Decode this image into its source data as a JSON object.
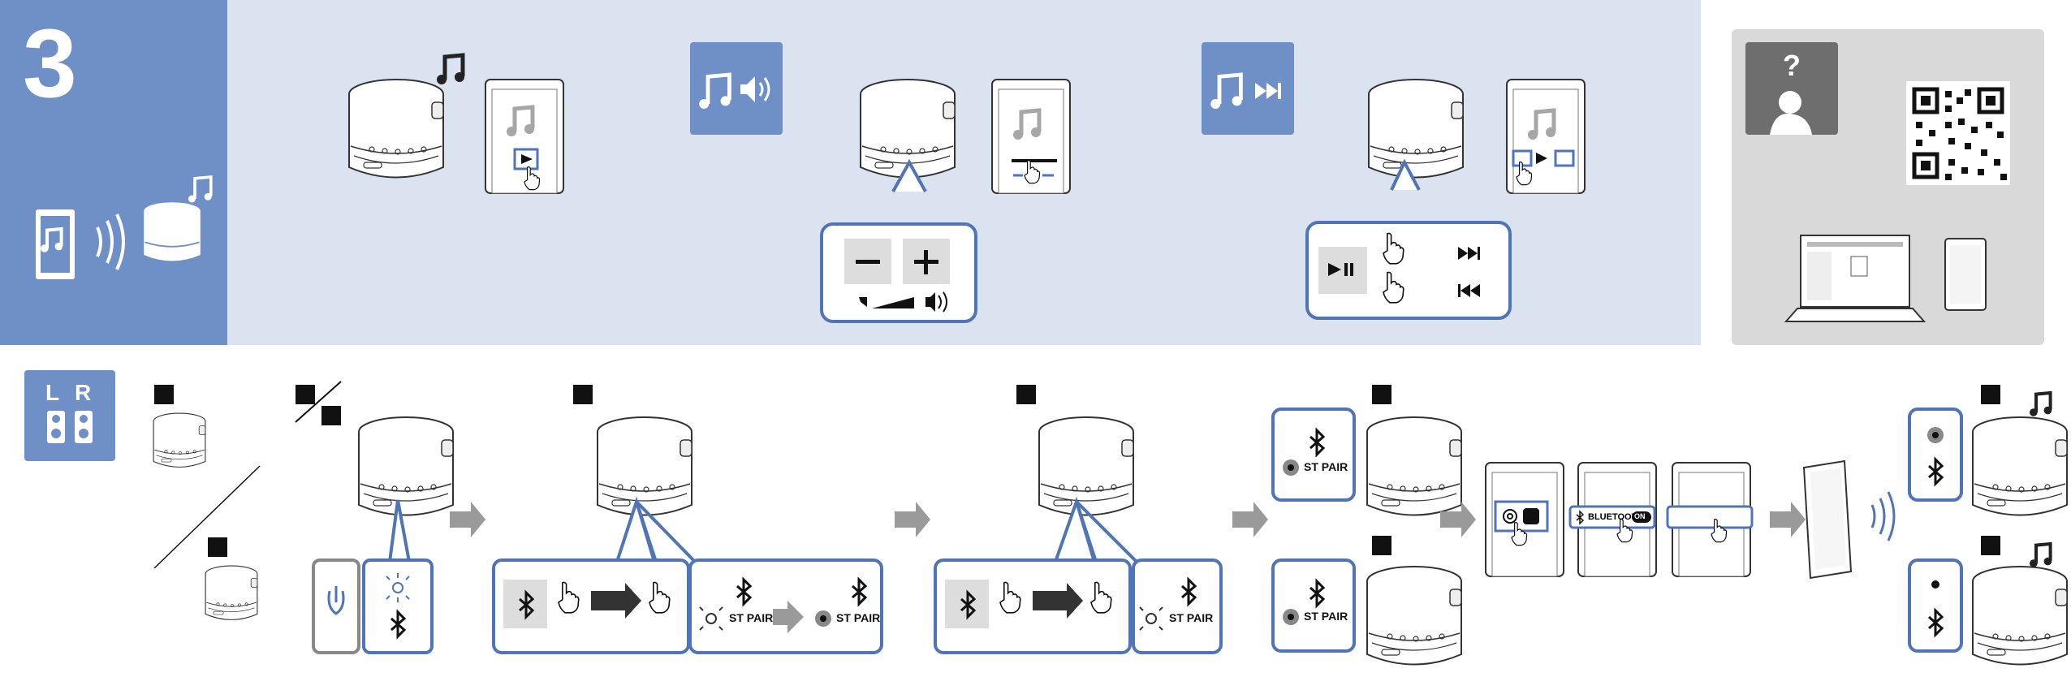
{
  "step": {
    "number": "3"
  },
  "labels": {
    "st_pair": "ST PAIR",
    "bluetooth": "BLUETOOTH",
    "on": "ON",
    "speaker_left": "L",
    "speaker_right": "R",
    "question_mark": "?"
  },
  "colors": {
    "accent_blue": "#6f8fc7",
    "callout_blue": "#4f74b8",
    "panel_light": "#dbe3f1",
    "help_grey": "#d9d9d9"
  },
  "icons": [
    "music-note-icon",
    "speaker-icon",
    "smartphone-icon",
    "wave-icon",
    "volume-icon",
    "next-track-icon",
    "previous-track-icon",
    "play-pause-icon",
    "bluetooth-icon",
    "power-icon",
    "tap-hand-icon",
    "touch-hand-icon",
    "qr-code-icon",
    "laptop-icon",
    "arrow-right-icon",
    "settings-icon",
    "help-person-icon"
  ]
}
